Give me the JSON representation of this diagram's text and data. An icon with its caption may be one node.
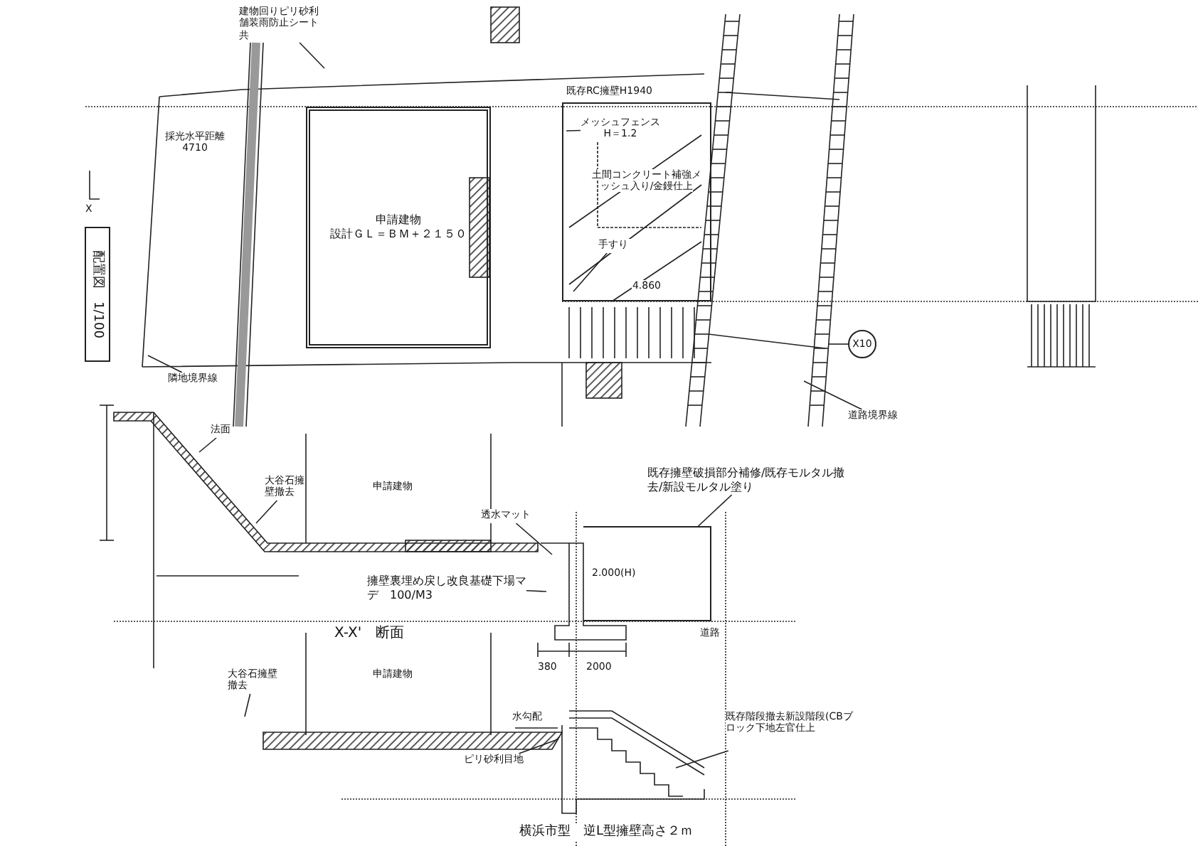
{
  "diagram": {
    "nodes": [
      {
        "text": [
          "申請建物",
          "設計ＧＬ＝ＢＭ＋２１５０"
        ]
      },
      {
        "text": [
          "配置図　1/100"
        ]
      },
      {
        "text": [
          "建物回りピリ砂利舗装雨防止シート共"
        ]
      },
      {
        "text": [
          "土間コンクリート補強メッシュ入り/金鏝仕上",
          "4.860"
        ]
      },
      {
        "text": [
          "メッシュフェンス H＝1.2"
        ],
        "in": 3
      },
      {
        "text": [
          "手すり"
        ],
        "in": 3
      },
      {
        "text": [
          "X10"
        ]
      },
      {
        "text": [
          "道路境界線"
        ]
      },
      {
        "text": [
          "隣地境界線"
        ]
      },
      {
        "text": [
          "法面"
        ]
      },
      {
        "text": [
          "大谷石擁壁撤去"
        ]
      },
      {
        "text": [
          "透水マット"
        ]
      },
      {
        "text": [
          "擁壁裏埋め戻し改良基礎下場マデ　100/M3"
        ]
      },
      {
        "text": [
          "2.000(H)"
        ]
      },
      {
        "text": [
          "既存擁壁破損部分補修/既存モルタル撤去/新設モルタル塗り"
        ]
      },
      {
        "text": [
          "大谷石擁壁撤去"
        ]
      },
      {
        "text": [
          "ピリ砂利目地"
        ]
      },
      {
        "text": [
          "既存階段撤去新設階段(CBブロック下地左官仕上"
        ]
      }
    ],
    "edges": [
      {
        "from": 2,
        "to": null,
        "arrow": "none"
      },
      {
        "from": 4,
        "to": 3,
        "arrow": "none"
      },
      {
        "from": 5,
        "to": 3,
        "arrow": "none"
      },
      {
        "from": 6,
        "to": null,
        "arrow": "none"
      },
      {
        "from": 7,
        "to": null,
        "arrow": "none"
      },
      {
        "from": 8,
        "to": null,
        "arrow": "none"
      },
      {
        "from": 9,
        "to": null,
        "arrow": "none"
      },
      {
        "from": 10,
        "to": null,
        "arrow": "none"
      },
      {
        "from": 11,
        "to": null,
        "arrow": "none"
      },
      {
        "from": 12,
        "to": null,
        "arrow": "none"
      },
      {
        "from": 14,
        "to": 13,
        "arrow": "none"
      },
      {
        "from": 15,
        "to": null,
        "arrow": "none"
      },
      {
        "from": 16,
        "to": null,
        "arrow": "none"
      },
      {
        "from": 17,
        "to": null,
        "arrow": "none"
      }
    ],
    "labels": [
      "X",
      "採光水平距離 4710",
      "既存RC擁壁H1940",
      "申請建物",
      "X-X'　断面",
      "380",
      "2000",
      "道路",
      "申請建物",
      "水勾配",
      "横浜市型　逆L型擁壁高さ２ｍ"
    ]
  }
}
